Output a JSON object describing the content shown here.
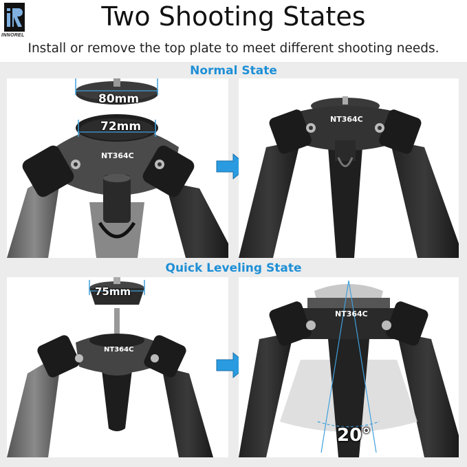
{
  "brand": {
    "logo_text": "INNOREL",
    "logo_mark": "iR"
  },
  "header": {
    "title": "Two Shooting States",
    "subtitle": "Install or remove the top plate to meet different shooting needs."
  },
  "sections": [
    {
      "label": "Normal State",
      "left_panel": {
        "plate_dimension": "80mm",
        "bowl_dimension": "72mm",
        "model": "NT364C"
      },
      "right_panel": {
        "model": "NT364C"
      }
    },
    {
      "label": "Quick Leveling State",
      "left_panel": {
        "plate_dimension": "75mm",
        "model": "NT364C"
      },
      "right_panel": {
        "model": "NT364C",
        "tilt_angle": "20°"
      }
    }
  ],
  "colors": {
    "accent": "#1e8fd6",
    "band": "#ececec",
    "arrow": "#2a9be0"
  },
  "icons": {
    "arrow": "arrow-right-icon"
  }
}
